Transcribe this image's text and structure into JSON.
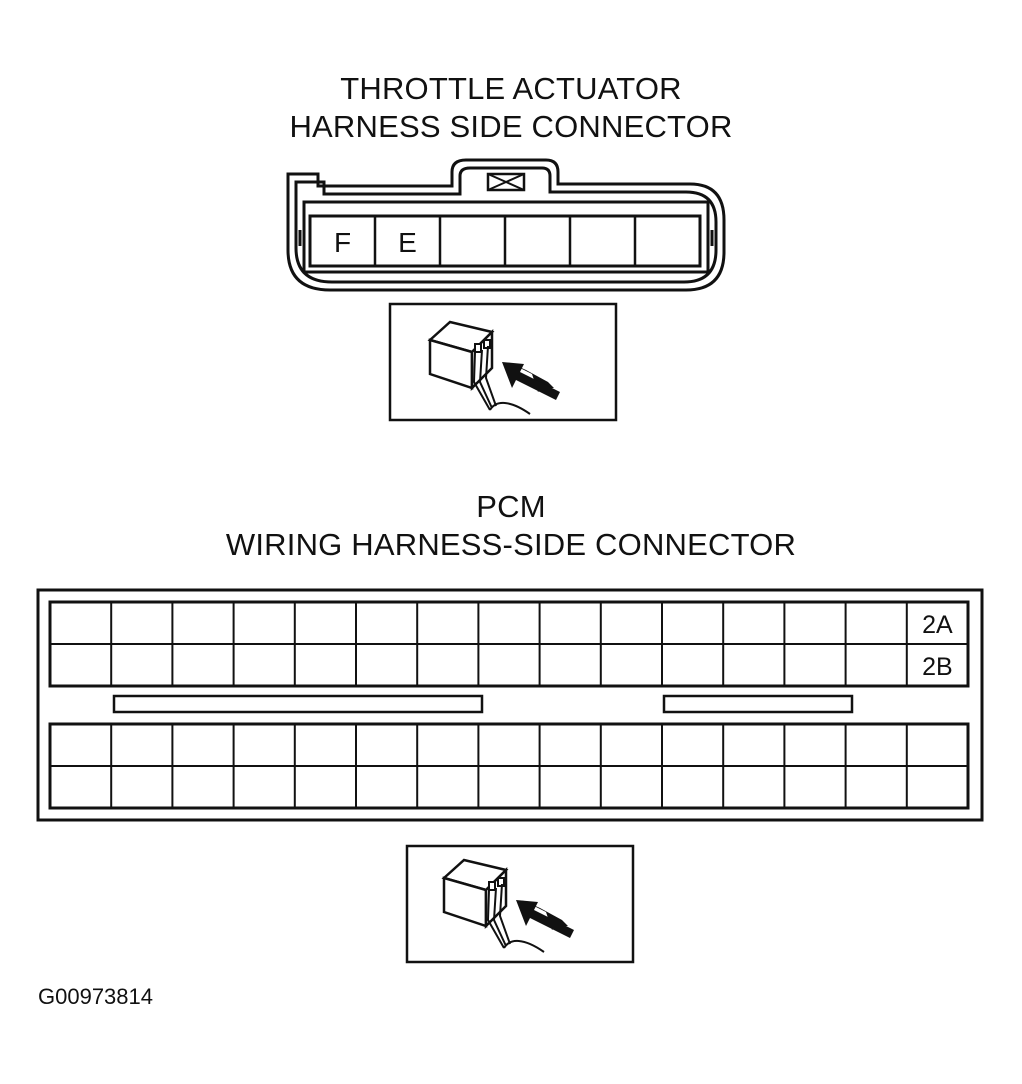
{
  "throttle": {
    "title_line1": "THROTTLE ACTUATOR",
    "title_line2": "HARNESS SIDE CONNECTOR",
    "terminals": [
      "F",
      "E",
      "",
      "",
      "",
      ""
    ]
  },
  "pcm": {
    "title_line1": "PCM",
    "title_line2": "WIRING HARNESS-SIDE CONNECTOR",
    "row_labels": [
      "2A",
      "2B"
    ]
  },
  "figure_code": "G00973814",
  "colors": {
    "ink": "#111111",
    "background": "#ffffff"
  },
  "icons": {
    "view_direction": "connector-view-arrow-icon"
  }
}
